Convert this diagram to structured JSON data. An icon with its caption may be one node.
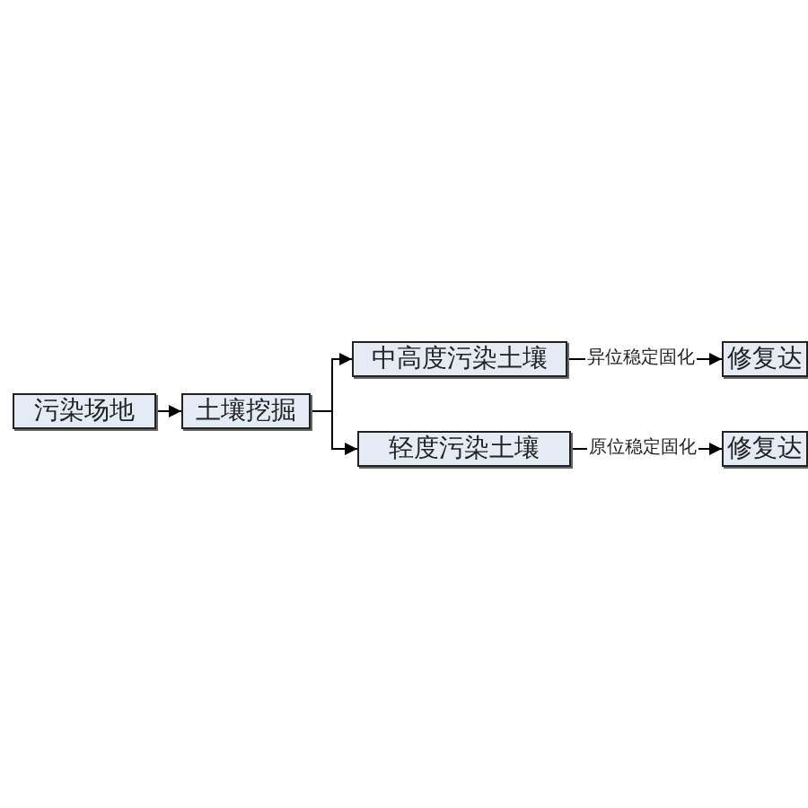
{
  "diagram": {
    "nodes": [
      {
        "text": [
          "污染场地"
        ]
      },
      {
        "text": [
          "土壤挖掘"
        ]
      },
      {
        "text": [
          "中高度污染土壤"
        ]
      },
      {
        "text": [
          "轻度污染土壤"
        ]
      },
      {
        "text": [
          "修复达"
        ]
      },
      {
        "text": [
          "修复达"
        ]
      }
    ],
    "edges": [
      {
        "from": 0,
        "to": 1,
        "arrow": "to"
      },
      {
        "from": 1,
        "to": 2,
        "arrow": "to"
      },
      {
        "from": 1,
        "to": 3,
        "arrow": "to"
      },
      {
        "from": 2,
        "to": 4,
        "arrow": "to",
        "label": "异位稳定固化"
      },
      {
        "from": 3,
        "to": 5,
        "arrow": "to",
        "label": "原位稳定固化"
      }
    ]
  }
}
